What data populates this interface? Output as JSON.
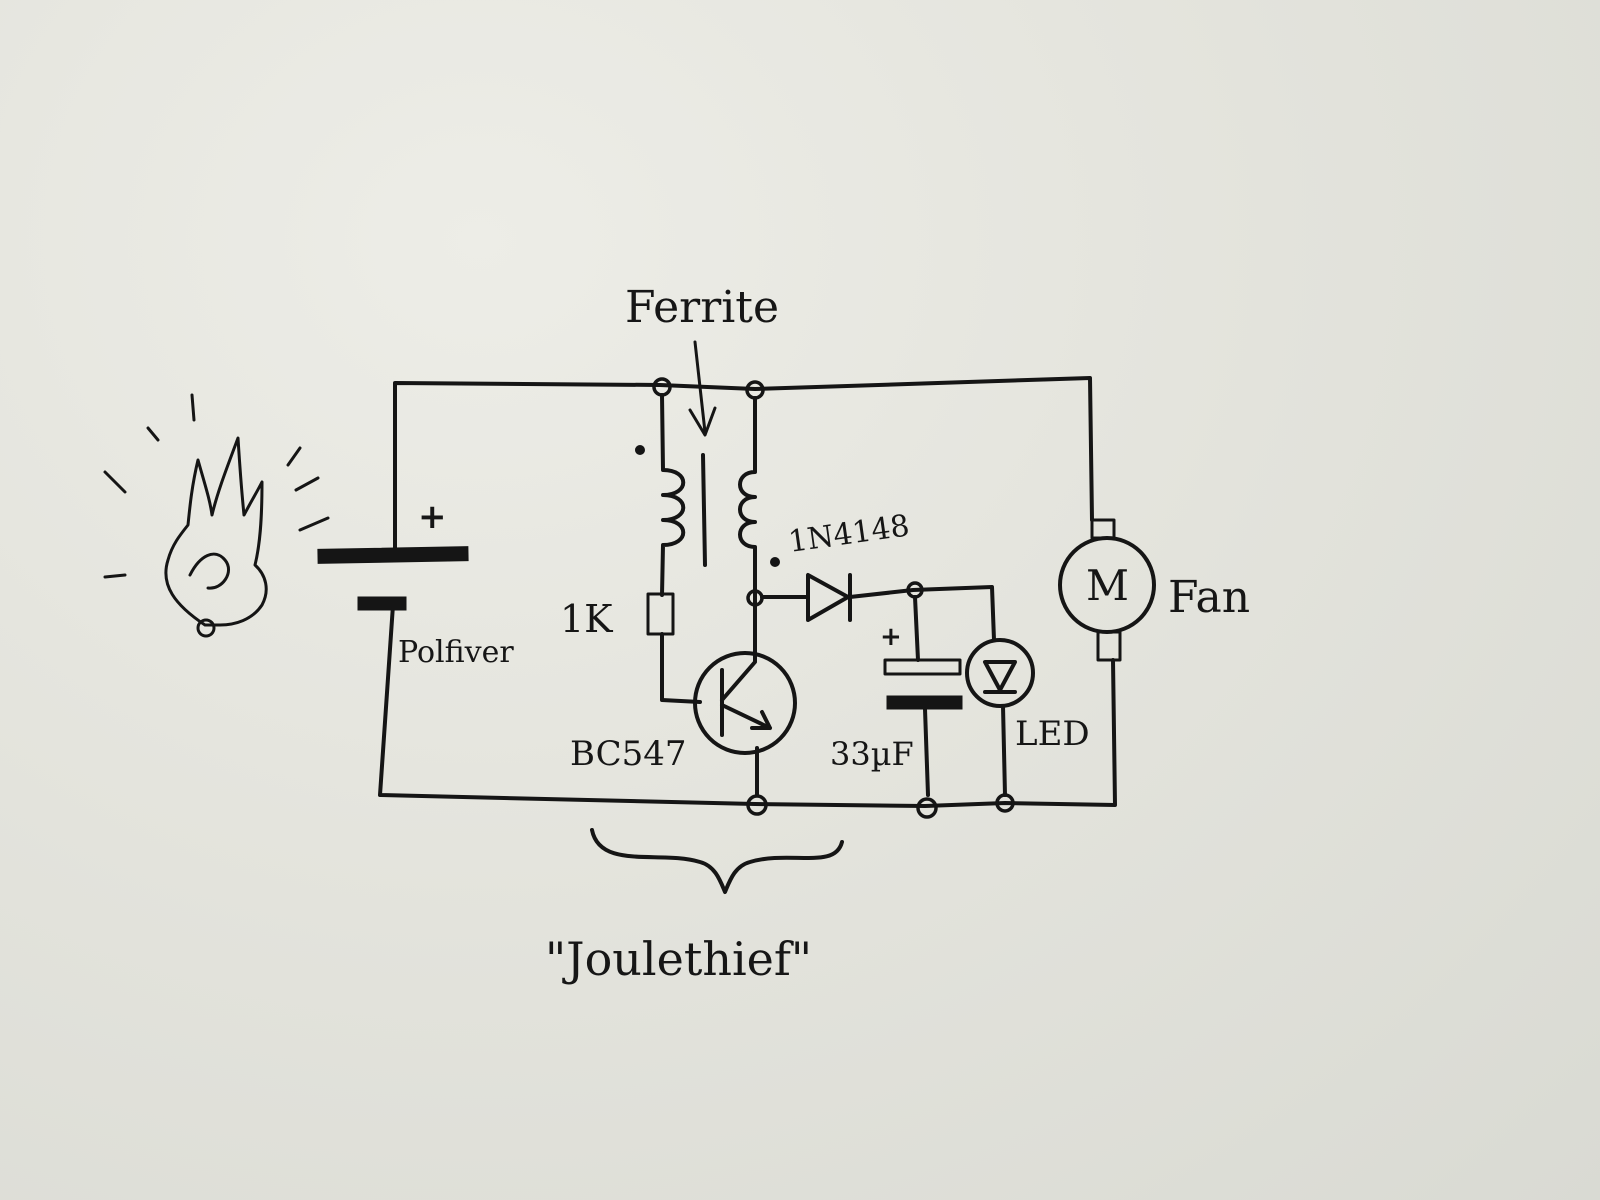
{
  "labels": {
    "ferrite": "Ferrite",
    "polarity_plus": "+",
    "polarity_minus": "-",
    "battery": "Polfiver",
    "resistor": "1K",
    "transistor": "BC547",
    "diode": "1N4148",
    "capacitor": "33µF",
    "capacitor_plus": "+",
    "led": "LED",
    "motor_symbol": "M",
    "fan": "Fan",
    "circuit_name": "\"Joulethief\""
  }
}
